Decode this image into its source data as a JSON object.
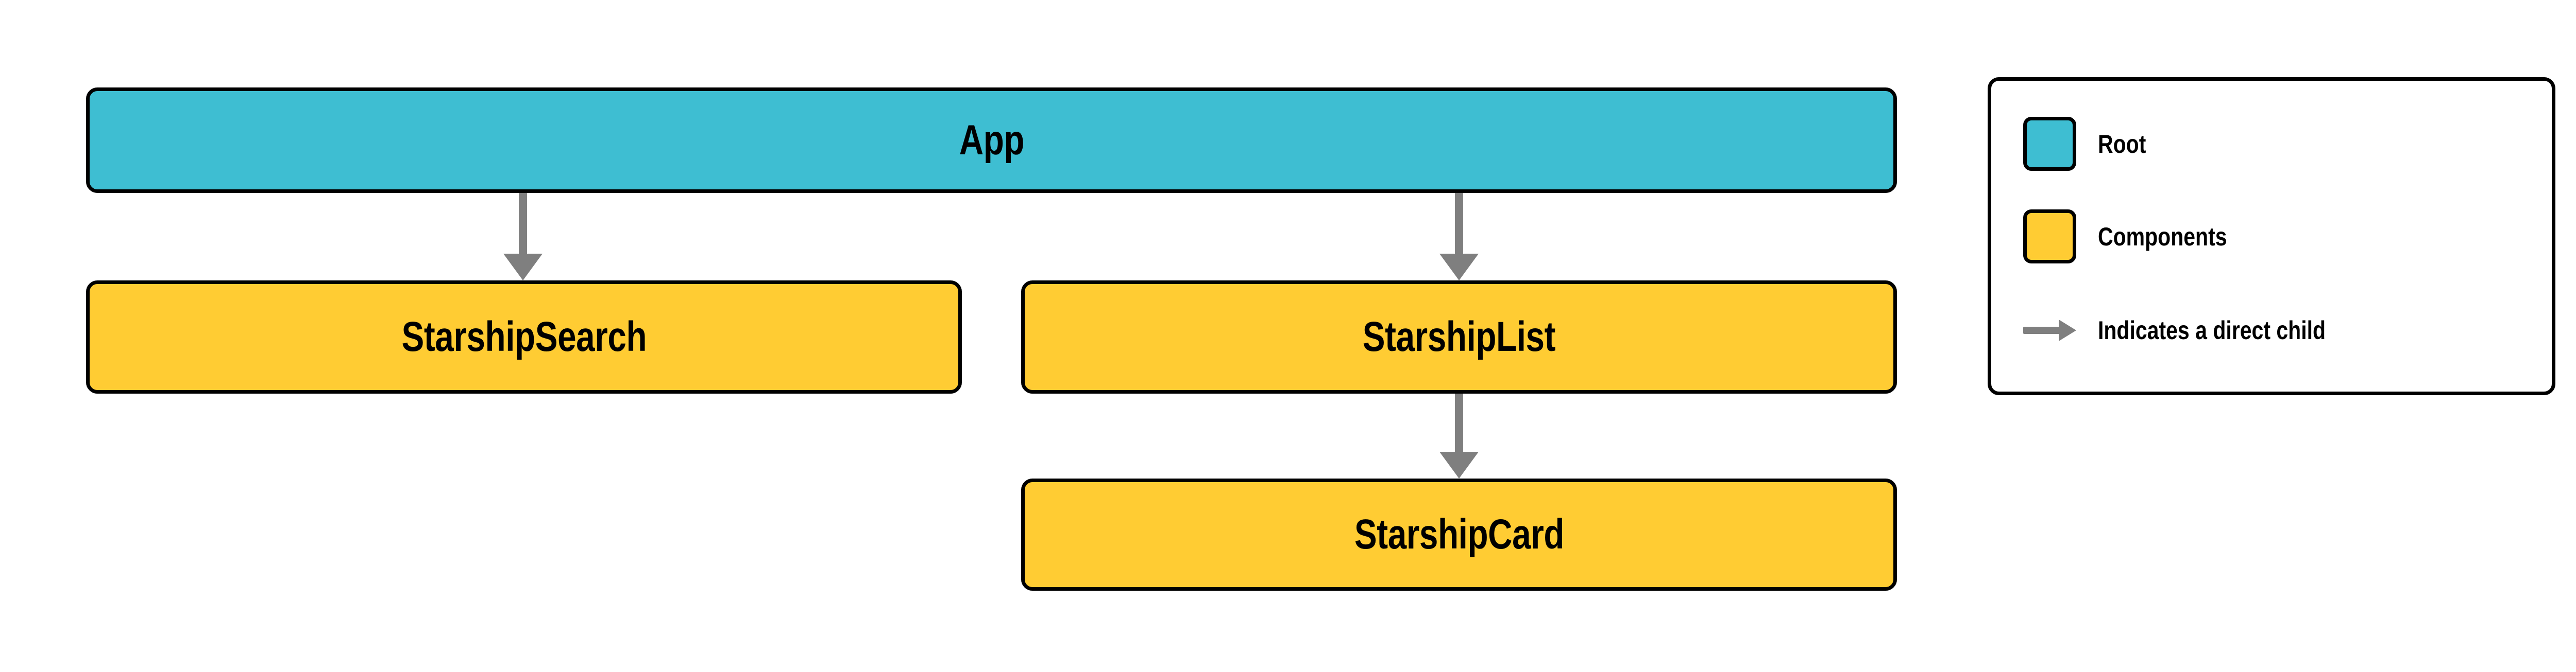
{
  "diagram": {
    "type": "component-hierarchy-tree",
    "nodes": [
      {
        "id": "app",
        "label": "App",
        "role": "Root",
        "color": "#3EBED2"
      },
      {
        "id": "starship-search",
        "label": "StarshipSearch",
        "role": "Components",
        "color": "#FFCC33"
      },
      {
        "id": "starship-list",
        "label": "StarshipList",
        "role": "Components",
        "color": "#FFCC33"
      },
      {
        "id": "starship-card",
        "label": "StarshipCard",
        "role": "Components",
        "color": "#FFCC33"
      }
    ],
    "edges": [
      {
        "from": "app",
        "to": "starship-search",
        "kind": "direct-child",
        "color": "#7F7F7F"
      },
      {
        "from": "app",
        "to": "starship-list",
        "kind": "direct-child",
        "color": "#7F7F7F"
      },
      {
        "from": "starship-list",
        "to": "starship-card",
        "kind": "direct-child",
        "color": "#7F7F7F"
      }
    ]
  },
  "legend": {
    "items": [
      {
        "icon": "color-swatch-cyan",
        "label": "Root",
        "color": "#3EBED2"
      },
      {
        "icon": "color-swatch-yellow",
        "label": "Components",
        "color": "#FFCC33"
      },
      {
        "icon": "arrow-right-icon",
        "label": "Indicates a direct child",
        "color": "#7F7F7F"
      }
    ]
  },
  "colors": {
    "root": "#3EBED2",
    "components": "#FFCC33",
    "arrow": "#7F7F7F",
    "outline": "#000000",
    "background": "#FFFFFF"
  }
}
